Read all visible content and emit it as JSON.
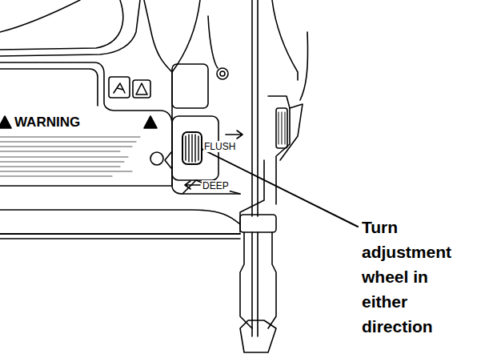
{
  "diagram": {
    "labels": [
      "WARNING",
      "FLUSH",
      "DEEP",
      "Turn adjustment wheel in either direction"
    ]
  }
}
